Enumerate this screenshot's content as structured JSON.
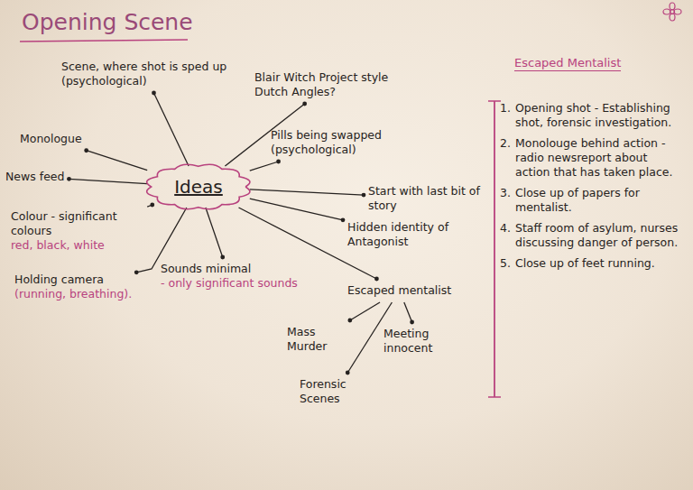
{
  "diagram": {
    "title": "Opening Scene",
    "nodes": [
      {
        "text": [
          "Ideas"
        ]
      },
      {
        "text": [
          "Scene, where shot is sped up (psychological)"
        ]
      },
      {
        "text": [
          "Blair Witch Project style Dutch Angles?"
        ]
      },
      {
        "text": [
          "Monologue"
        ]
      },
      {
        "text": [
          "News feed"
        ]
      },
      {
        "text": [
          "Pills being swapped (psychological)"
        ]
      },
      {
        "text": [
          "Colour - significant colours",
          "red, black, white"
        ]
      },
      {
        "text": [
          "Start with last bit of story"
        ]
      },
      {
        "text": [
          "Hidden identity of Antagonist"
        ]
      },
      {
        "text": [
          "Holding camera",
          "(running, breathing)."
        ]
      },
      {
        "text": [
          "Sounds minimal",
          "- only significant sounds"
        ]
      },
      {
        "text": [
          "Escaped mentalist"
        ]
      },
      {
        "text": [
          "Mass Murder"
        ]
      },
      {
        "text": [
          "Forensic Scenes"
        ]
      },
      {
        "text": [
          "Meeting innocent"
        ]
      }
    ],
    "edges": [
      {
        "from": 0,
        "to": 1,
        "arrow": "none"
      },
      {
        "from": 0,
        "to": 2,
        "arrow": "none"
      },
      {
        "from": 0,
        "to": 3,
        "arrow": "none"
      },
      {
        "from": 0,
        "to": 4,
        "arrow": "none"
      },
      {
        "from": 0,
        "to": 5,
        "arrow": "none"
      },
      {
        "from": 0,
        "to": 6,
        "arrow": "none"
      },
      {
        "from": 0,
        "to": 7,
        "arrow": "none"
      },
      {
        "from": 0,
        "to": 8,
        "arrow": "none"
      },
      {
        "from": 0,
        "to": 9,
        "arrow": "none"
      },
      {
        "from": 0,
        "to": 10,
        "arrow": "none"
      },
      {
        "from": 0,
        "to": 11,
        "arrow": "none"
      },
      {
        "from": 11,
        "to": 12,
        "arrow": "none"
      },
      {
        "from": 11,
        "to": 13,
        "arrow": "none"
      },
      {
        "from": 11,
        "to": 14,
        "arrow": "none"
      }
    ],
    "labels": [
      "Escaped Mentalist",
      "1.",
      "Opening shot - Establishing shot, forensic investigation.",
      "2.",
      "Monolouge behind action - radio newsreport about action that has taken place.",
      "3.",
      "Close up of papers for mentalist.",
      "4.",
      "Staff room of asylum, nurses discussing danger of person.",
      "5.",
      "Close up of feet running."
    ]
  }
}
